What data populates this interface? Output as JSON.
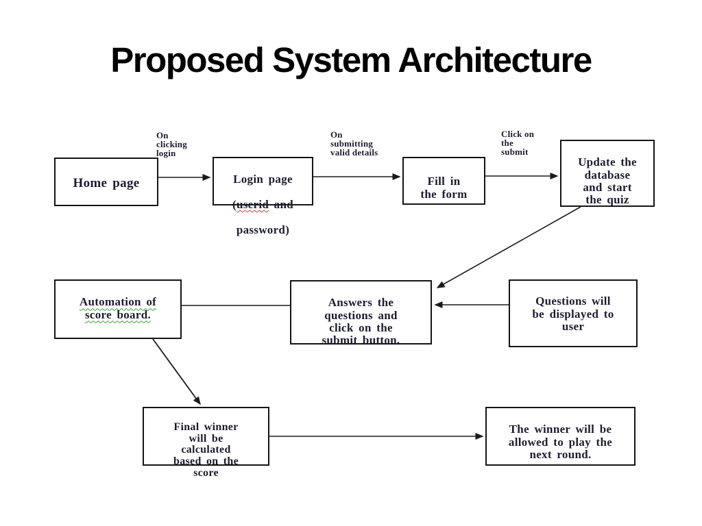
{
  "slide": {
    "title": "Proposed System Architecture"
  },
  "diagram": {
    "nodes": {
      "home": {
        "label": "Home page"
      },
      "login": {
        "line1": "Login page",
        "paren": "(",
        "userid": "userid",
        "and": " and",
        "line3": "password)"
      },
      "fill_form": {
        "label": "Fill in\nthe form"
      },
      "update_db": {
        "label": "Update the\ndatabase\nand start\nthe quiz"
      },
      "automation": {
        "label": "Automation of\nscore board."
      },
      "answers": {
        "label": "Answers the\nquestions and\nclick on the\nsubmit button."
      },
      "questions": {
        "label": "Questions will\nbe displayed to\nuser"
      },
      "final_winner": {
        "label": "Final winner\nwill be\ncalculated\nbased on the\nscore"
      },
      "next_round": {
        "label": "The winner will be\nallowed to play the\nnext round."
      }
    },
    "edge_labels": {
      "on_clicking_login": "On\nclicking\nlogin",
      "on_submitting_valid_details": "On\nsubmitting\nvalid details",
      "click_on_the_submit": "Click on\nthe\nsubmit"
    },
    "colors": {
      "line": "#1a1a1a",
      "box_border": "#141414",
      "text": "#1c1c30",
      "misspell_underline": "#d23f31",
      "grammar_underline": "#3a9e3a"
    }
  }
}
